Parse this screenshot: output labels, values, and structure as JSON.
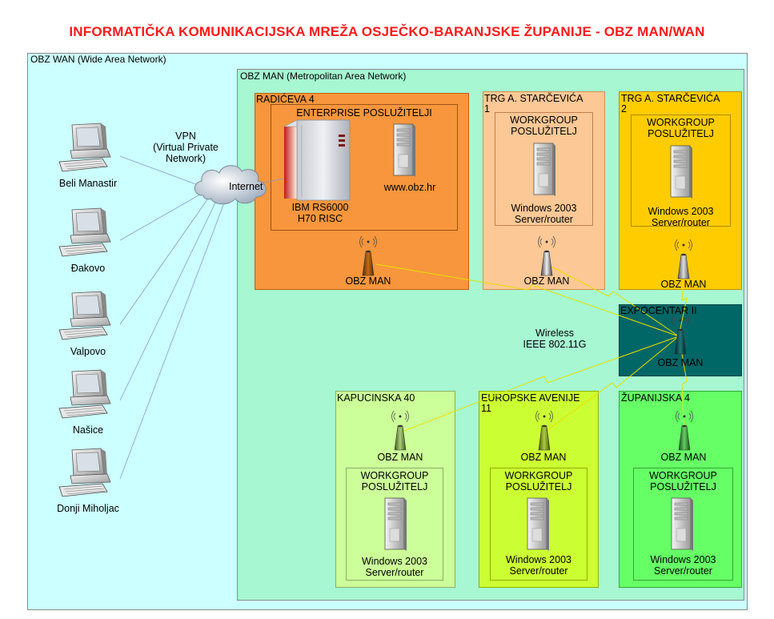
{
  "title": "INFORMATIČKA KOMUNIKACIJSKA MREŽA OSJEČKO-BARANJSKE ŽUPANIJE - OBZ MAN/WAN",
  "wan": {
    "label": "OBZ WAN (Wide Area Network)"
  },
  "man": {
    "label": "OBZ MAN (Metropolitan Area Network)"
  },
  "vpn": {
    "line1": "VPN",
    "line2": "(Virtual Private",
    "line3": "Network)"
  },
  "internet": "Internet",
  "wireless": {
    "line1": "Wireless",
    "line2": "IEEE 802.11G"
  },
  "remote_sites": [
    "Beli Manastir",
    "Đakovo",
    "Valpovo",
    "Našice",
    "Donji Miholjac"
  ],
  "radiceva": {
    "title": "RADIĆEVA 4",
    "enterprise": "ENTERPRISE POSLUŽITELJI",
    "ibm_line1": "IBM RS6000",
    "ibm_line2": "H70 RISC",
    "www": "www.obz.hr",
    "man": "OBZ MAN"
  },
  "trg1": {
    "title_line1": "TRG A. STARČEVIĆA",
    "title_line2": "1",
    "server_line1": "WORKGROUP",
    "server_line2": "POSLUŽITELJ",
    "os_line1": "Windows 2003",
    "os_line2": "Server/router",
    "man": "OBZ MAN"
  },
  "trg2": {
    "title_line1": "TRG A. STARČEVIĆA",
    "title_line2": "2",
    "server_line1": "WORKGROUP",
    "server_line2": "POSLUŽITELJ",
    "os_line1": "Windows 2003",
    "os_line2": "Server/router",
    "man": "OBZ MAN"
  },
  "expo": {
    "title": "EXPOCENTAR II",
    "man": "OBZ MAN"
  },
  "kapucinska": {
    "title": "KAPUCINSKA 40",
    "man": "OBZ MAN",
    "server_line1": "WORKGROUP",
    "server_line2": "POSLUŽITELJ",
    "os_line1": "Windows 2003",
    "os_line2": "Server/router"
  },
  "europske": {
    "title_line1": "EUROPSKE AVENIJE",
    "title_line2": "11",
    "man": "OBZ MAN",
    "server_line1": "WORKGROUP",
    "server_line2": "POSLUŽITELJ",
    "os_line1": "Windows 2003",
    "os_line2": "Server/router"
  },
  "zupanijska": {
    "title": "ŽUPANIJSKA 4",
    "man": "OBZ MAN",
    "server_line1": "WORKGROUP",
    "server_line2": "POSLUŽITELJ",
    "os_line1": "Windows 2003",
    "os_line2": "Server/router"
  },
  "colors": {
    "title": "#ff1a1a",
    "wan_bg": "#ccffff",
    "man_bg": "#a6f7d2",
    "radiceva": "#f7963c",
    "trg1": "#fbc896",
    "trg2": "#ffcc00",
    "expo": "#006666",
    "kapucinska": "#ccff99",
    "europske": "#ccff33",
    "zupanijska": "#66ff66",
    "wireless_link": "#e8e000",
    "wan_link": "#8899cc"
  }
}
